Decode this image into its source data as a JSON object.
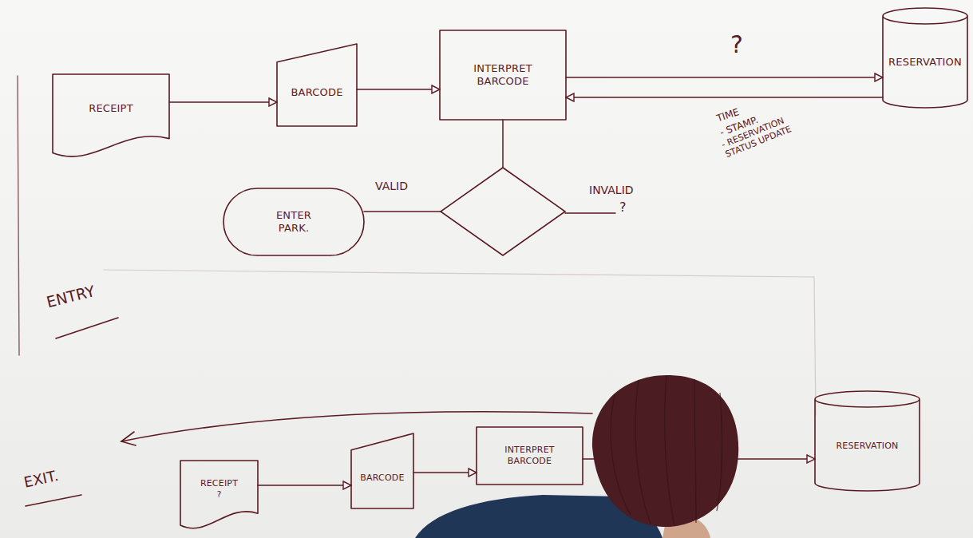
{
  "diagram": {
    "nodes": [
      {
        "text": [
          "RECEIPT"
        ]
      },
      {
        "text": [
          "BARCODE"
        ]
      },
      {
        "text": [
          "INTERPRET BARCODE"
        ]
      },
      {
        "text": [
          "RESERVATION"
        ]
      },
      {
        "text": [
          "ENTER PARK."
        ]
      },
      {
        "text": [
          "RECEIPT ?"
        ]
      },
      {
        "text": [
          "BARCODE"
        ]
      },
      {
        "text": [
          "INTERPRET BARCODE"
        ]
      },
      {
        "text": [
          "RESERVATION"
        ]
      }
    ],
    "edges": [
      {
        "from": 0,
        "to": 1,
        "arrow": "to"
      },
      {
        "from": 1,
        "to": 2,
        "arrow": "to"
      },
      {
        "from": 2,
        "to": 3,
        "arrow": "to",
        "label": "?"
      },
      {
        "from": 3,
        "to": 2,
        "arrow": "to"
      },
      {
        "from": 2,
        "to": 4,
        "arrow": "none",
        "label": "VALID"
      },
      {
        "from": 5,
        "to": 6,
        "arrow": "to"
      },
      {
        "from": 6,
        "to": 7,
        "arrow": "to"
      },
      {
        "from": 7,
        "to": 8,
        "arrow": "to"
      }
    ],
    "labels": [
      "TIME",
      "- STAMP.",
      "- RESERVATION STATUS UPDATE",
      "INVALID",
      "?",
      "ENTRY",
      "EXIT."
    ]
  }
}
